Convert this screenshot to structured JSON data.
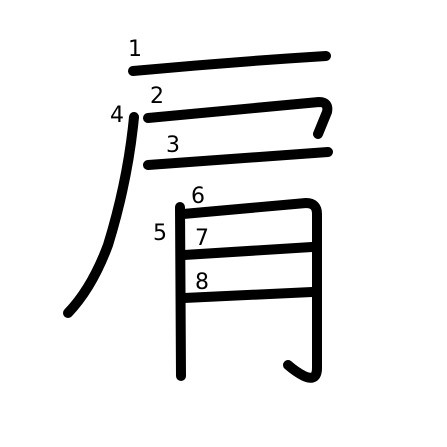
{
  "character": "肩",
  "stroke_numbers": [
    "1",
    "2",
    "3",
    "4",
    "5",
    "6",
    "7",
    "8"
  ],
  "colors": {
    "background": "#ffffff",
    "ink": "#000000"
  }
}
